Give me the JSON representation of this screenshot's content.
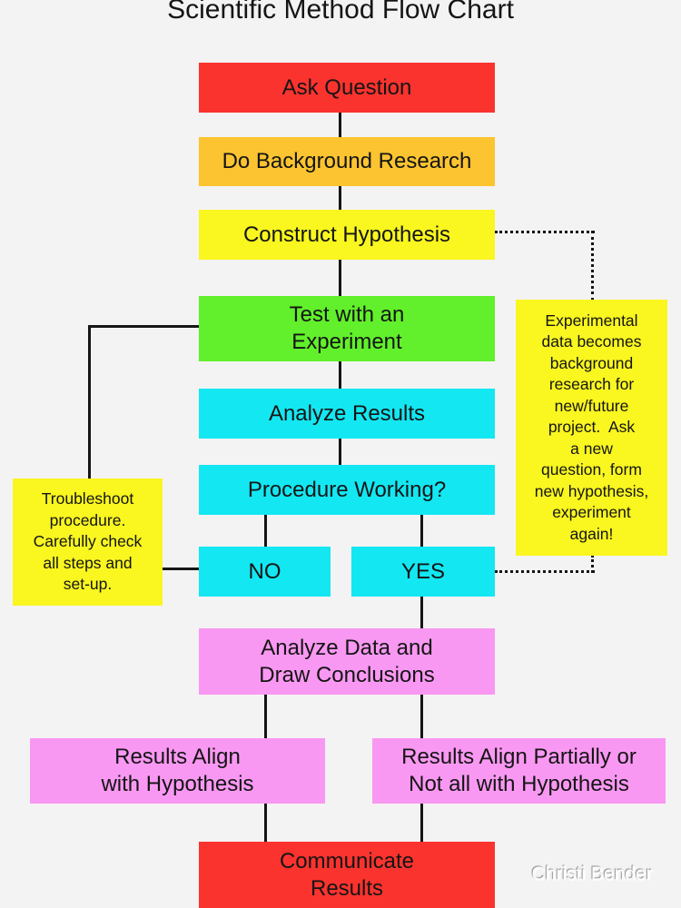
{
  "title": "Scientific Method Flow Chart",
  "watermark": "Christi Bender",
  "flowchart": {
    "nodes": {
      "ask_question": "Ask Question",
      "do_background_research": "Do Background Research",
      "construct_hypothesis": "Construct Hypothesis",
      "test_with_experiment": "Test with an\nExperiment",
      "analyze_results": "Analyze Results",
      "procedure_working": "Procedure Working?",
      "no": "NO",
      "yes": "YES",
      "troubleshoot_note": "Troubleshoot\nprocedure.\nCarefully check\nall steps and\nset-up.",
      "experiment_note": "Experimental\ndata becomes\nbackground\nresearch for\nnew/future\nproject.  Ask\na new\nquestion, form\nnew hypothesis,\nexperiment\nagain!",
      "analyze_data": "Analyze Data and\nDraw Conclusions",
      "results_align": "Results Align\nwith Hypothesis",
      "results_partial": "Results Align Partially or\nNot all with Hypothesis",
      "communicate_results": "Communicate\nResults"
    },
    "colors": {
      "background": "#f4f3f4",
      "red": "#fa332e",
      "orange": "#fcc430",
      "yellow": "#f9f620",
      "green": "#61f02b",
      "cyan": "#13e7f2",
      "pink": "#f998f2",
      "line": "#151515"
    }
  }
}
